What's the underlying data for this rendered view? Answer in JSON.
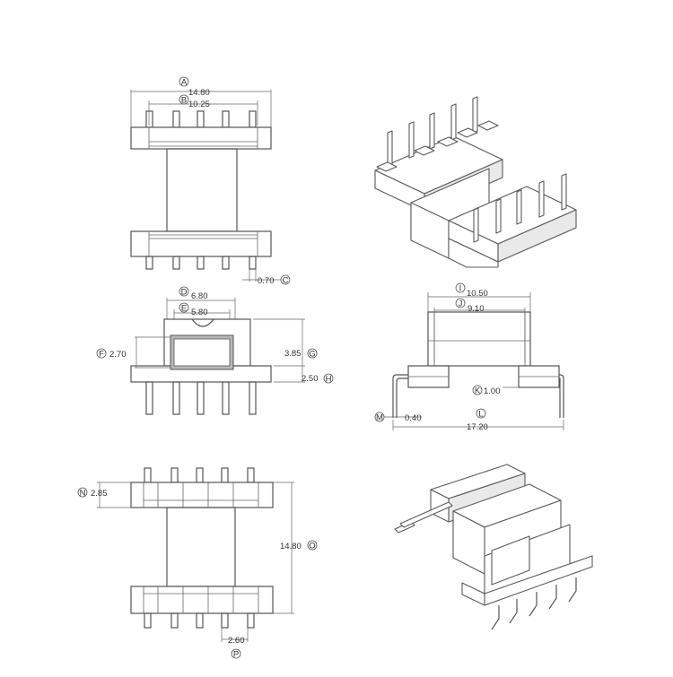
{
  "dimensions": {
    "A": {
      "letter": "A",
      "value": "14.80"
    },
    "B": {
      "letter": "B",
      "value": "10.25"
    },
    "C": {
      "letter": "C",
      "value": "0.70"
    },
    "D": {
      "letter": "D",
      "value": "6.80"
    },
    "E": {
      "letter": "E",
      "value": "5.80"
    },
    "F": {
      "letter": "F",
      "value": "2.70"
    },
    "G": {
      "letter": "G",
      "value": "3.85"
    },
    "H": {
      "letter": "H",
      "value": "2.50"
    },
    "I": {
      "letter": "I",
      "value": "10.50"
    },
    "J": {
      "letter": "J",
      "value": "9.10"
    },
    "K": {
      "letter": "K",
      "value": "1.00"
    },
    "L": {
      "letter": "L",
      "value": "17.20"
    },
    "M": {
      "letter": "M",
      "value": "0.40"
    },
    "N": {
      "letter": "N",
      "value": "2.85"
    },
    "O": {
      "letter": "O",
      "value": "14.80"
    },
    "P": {
      "letter": "P",
      "value": "2.60"
    }
  }
}
